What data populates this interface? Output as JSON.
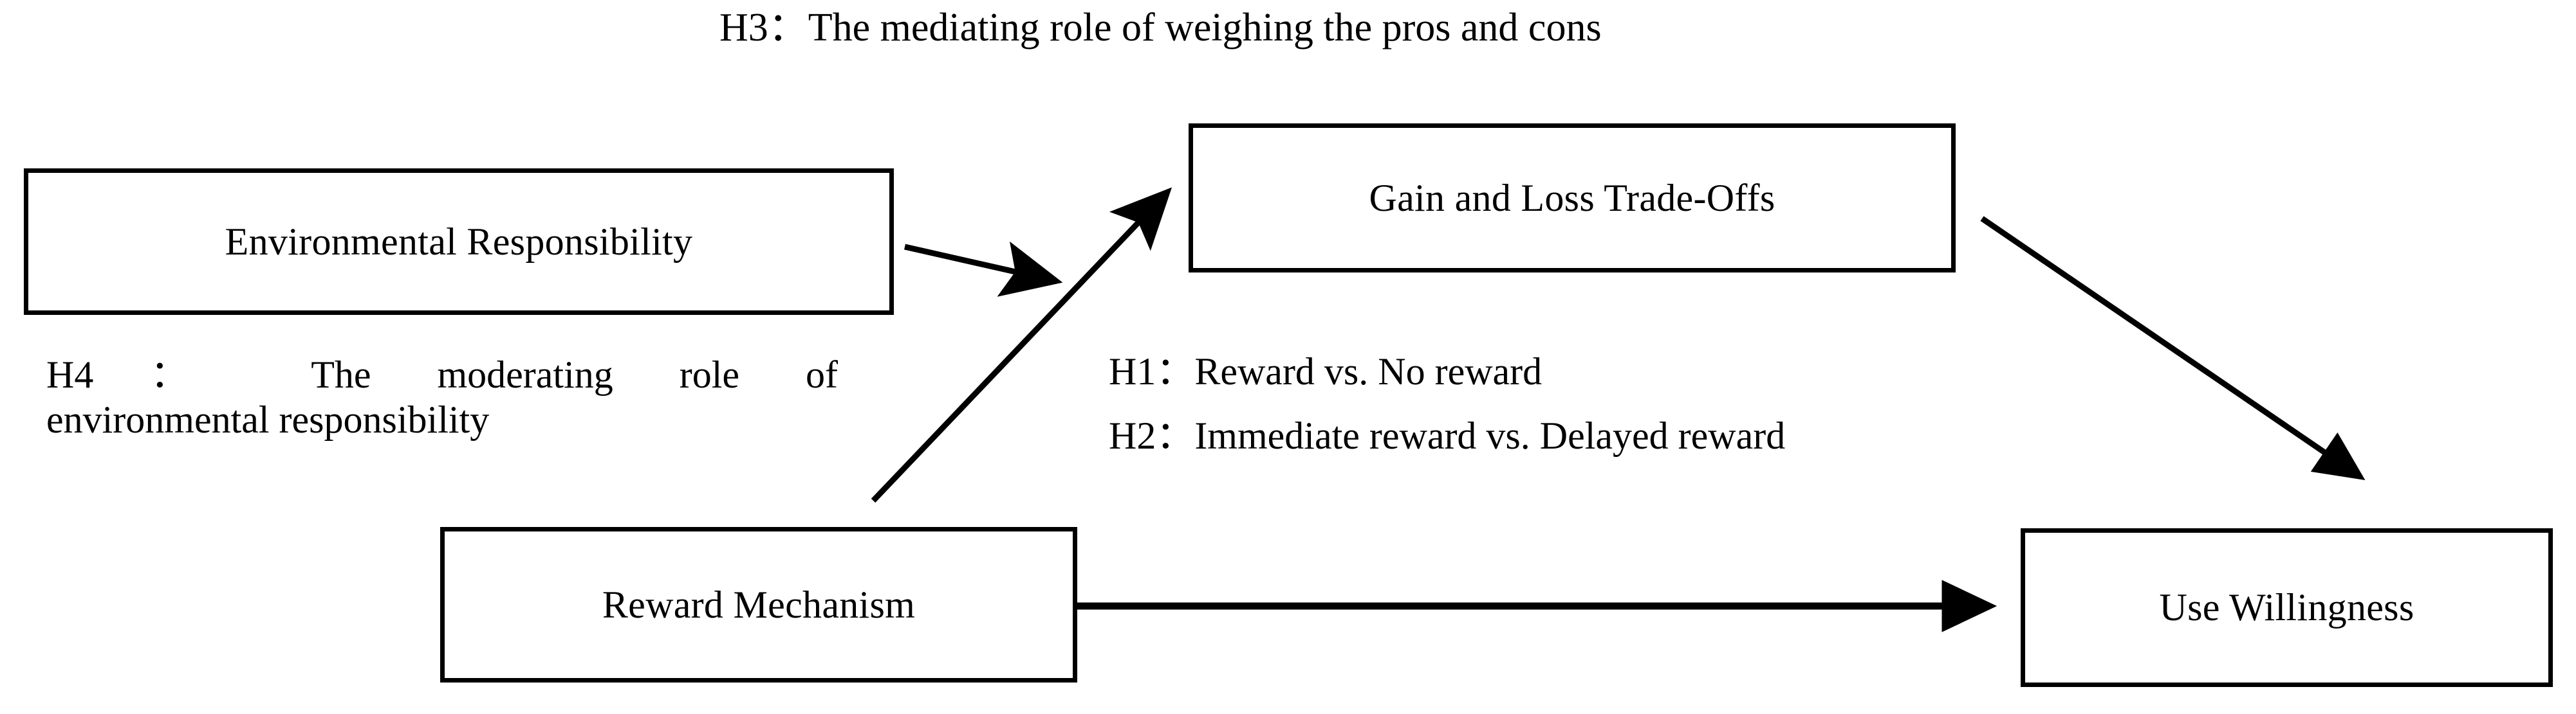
{
  "diagram": {
    "title": "H3：The mediating role of weighing the pros and cons",
    "background_color": "#ffffff",
    "line_color": "#000000",
    "nodes": [
      {
        "id": "environmental-responsibility",
        "label": "Environmental Responsibility"
      },
      {
        "id": "gain-and-loss-trade-offs",
        "label": "Gain and Loss Trade-Offs"
      },
      {
        "id": "reward-mechanism",
        "label": "Reward Mechanism"
      },
      {
        "id": "use-willingness",
        "label": "Use Willingness"
      }
    ],
    "annotations": {
      "h4_line1": "H4： The   moderating   role   of",
      "h4_line2": "environmental responsibility",
      "h1": "H1：Reward vs. No reward",
      "h2": "H2：Immediate reward vs. Delayed reward"
    },
    "edges": [
      {
        "id": "env-to-gain",
        "from": "environmental-responsibility",
        "to": "gain-and-loss-trade-offs",
        "style": "solid-arrow"
      },
      {
        "id": "reward-to-gain",
        "from": "reward-mechanism",
        "to": "gain-and-loss-trade-offs",
        "style": "solid-arrow"
      },
      {
        "id": "gain-to-use",
        "from": "gain-and-loss-trade-offs",
        "to": "use-willingness",
        "style": "solid-arrow"
      },
      {
        "id": "reward-to-use",
        "from": "reward-mechanism",
        "to": "use-willingness",
        "style": "solid-arrow"
      }
    ]
  }
}
